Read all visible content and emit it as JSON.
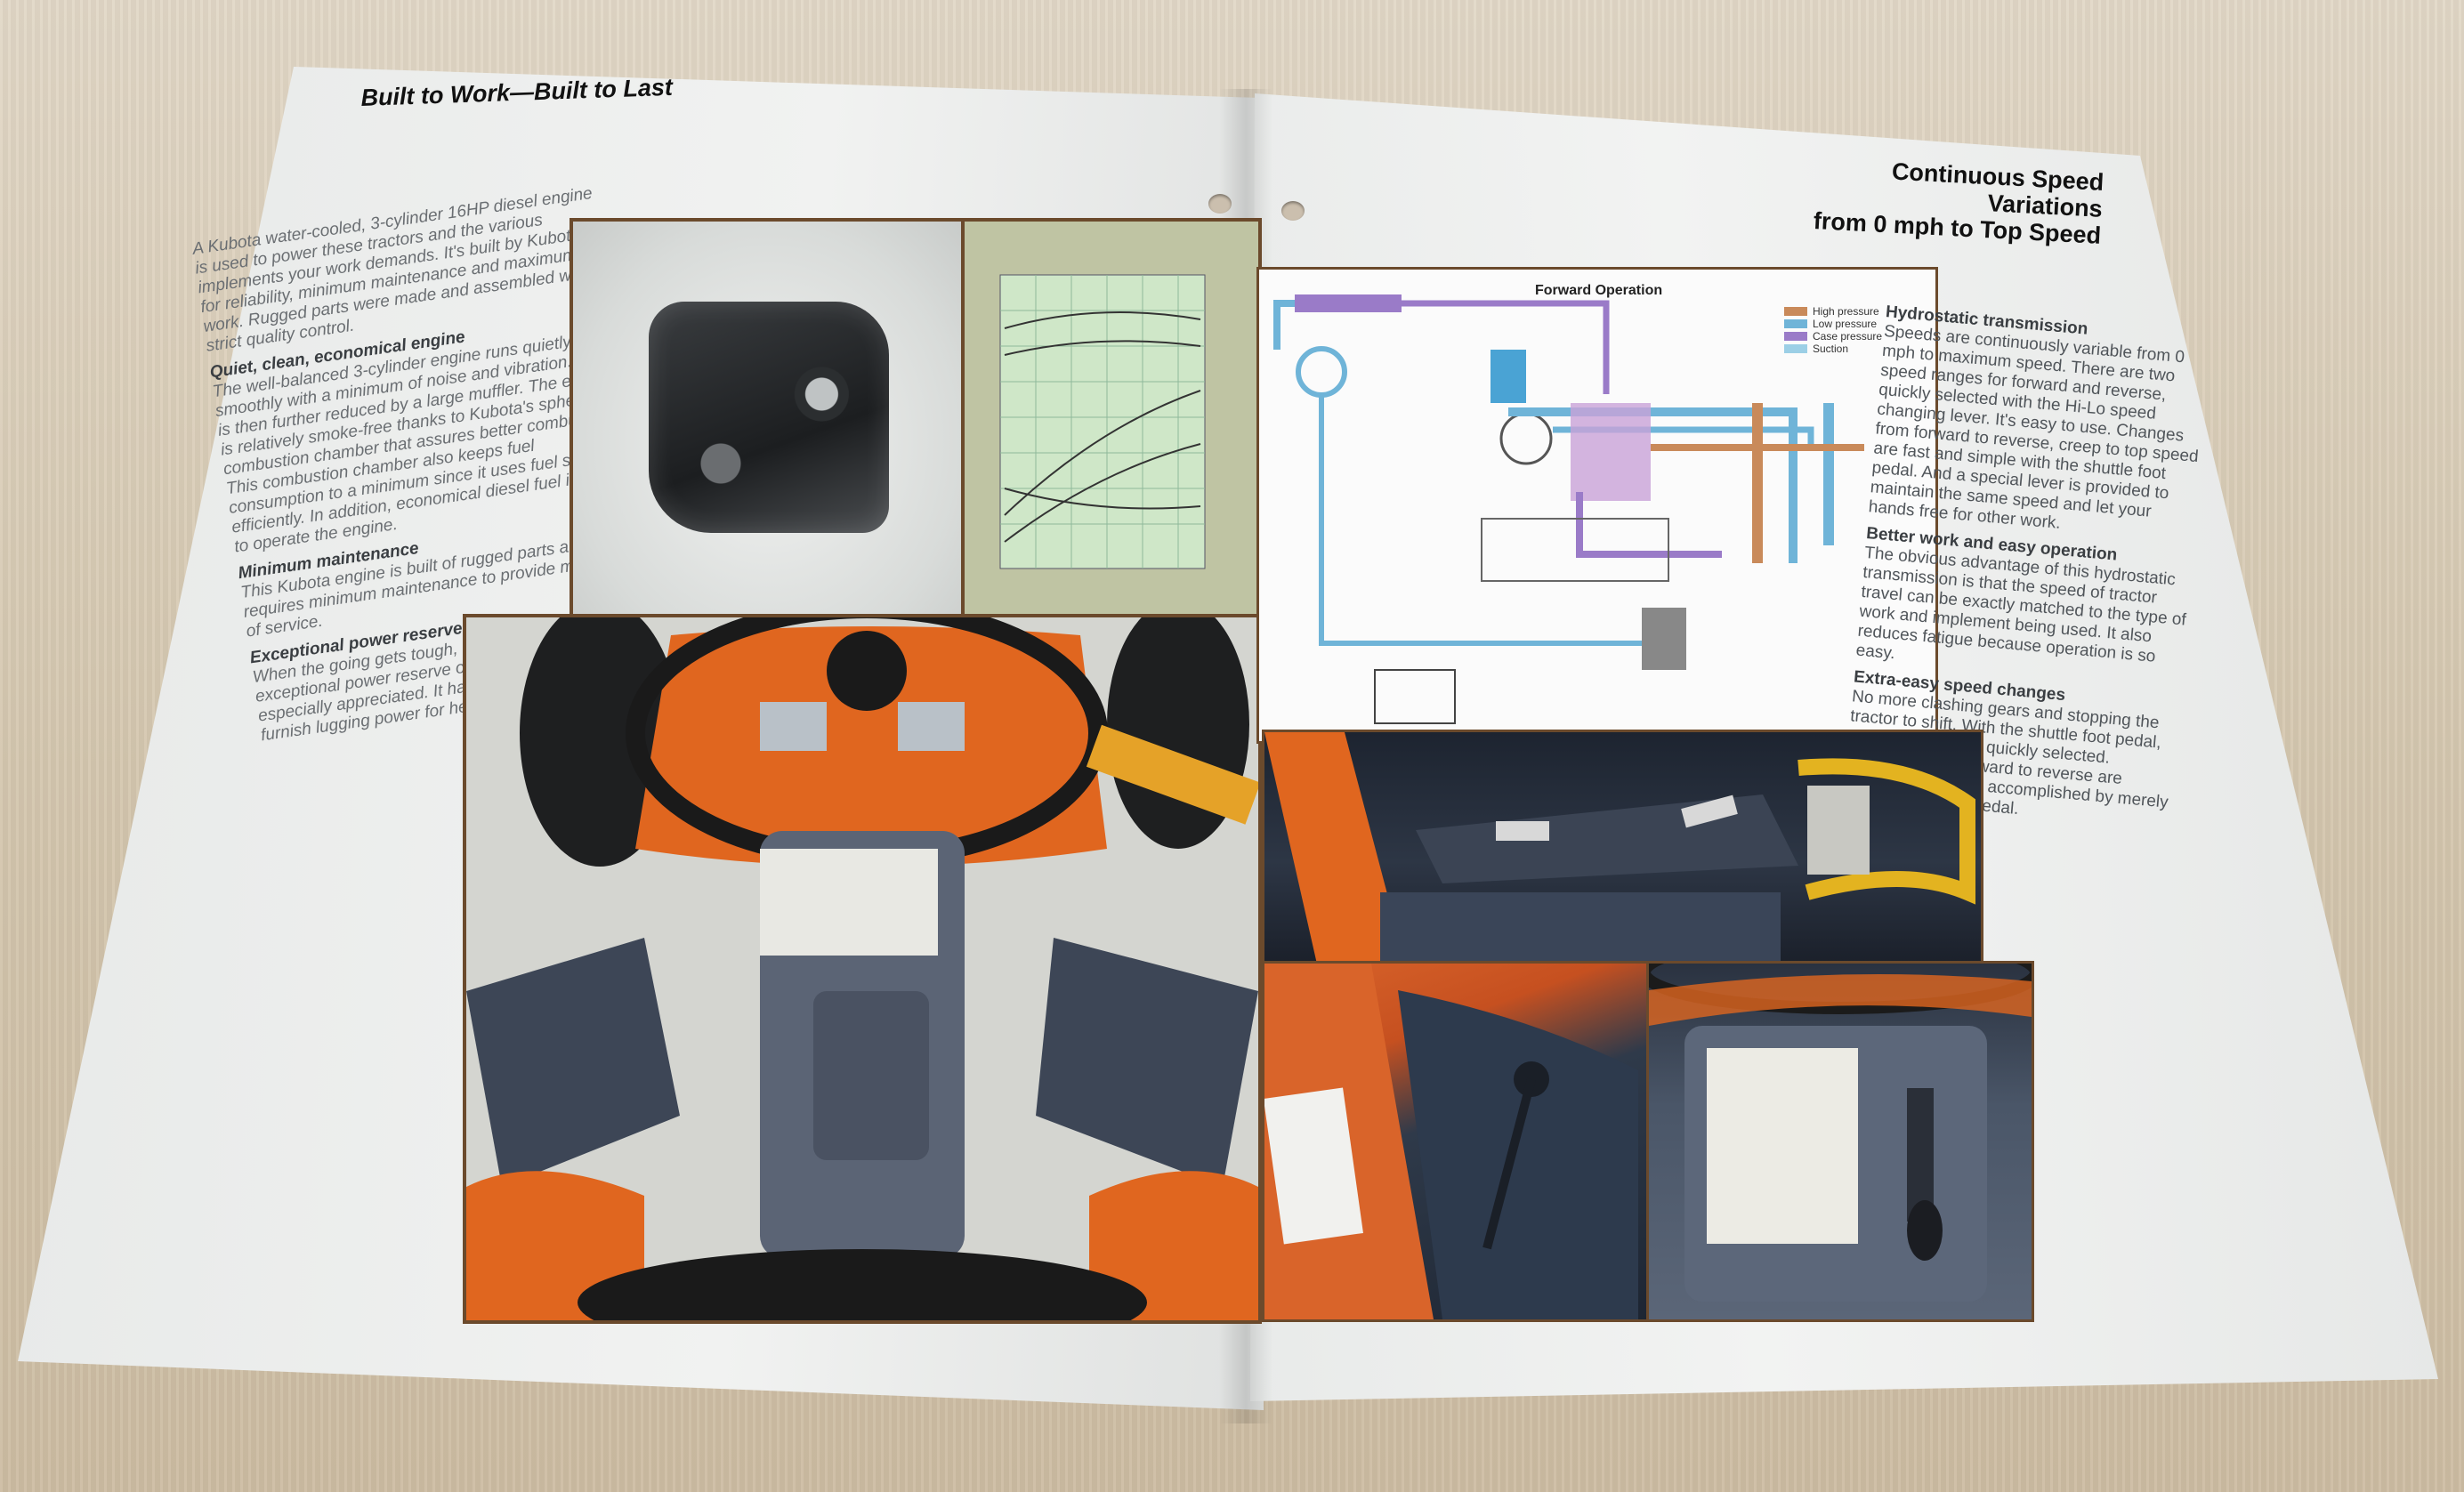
{
  "left_page": {
    "heading": "Built to Work—Built to Last",
    "intro": "A Kubota water-cooled, 3-cylinder 16HP diesel engine is used to power these tractors and the various implements your work demands. It's built by Kubota for reliability, minimum maintenance and maximum work. Rugged parts were made and assembled with strict quality control.",
    "sections": [
      {
        "title": "Quiet, clean, economical engine",
        "text": "The well-balanced 3-cylinder engine runs quietly and smoothly with a minimum of noise and vibration. Noise is then further reduced by a large muffler. The exhaust is relatively smoke-free thanks to Kubota's spherical combustion chamber that assures better combustion. This combustion chamber also keeps fuel consumption to a minimum since it uses fuel so efficiently. In addition, economical diesel fuel is used to operate the engine."
      },
      {
        "title": "Minimum maintenance",
        "text": "This Kubota engine is built of rugged parts and requires minimum maintenance to provide many years of service."
      },
      {
        "title": "Exceptional power reserve",
        "text": "When the going gets tough, as when plowing, the exceptional power reserve of this engine will be especially appreciated. It has the reserve needed to furnish lugging power for heavy loads."
      }
    ]
  },
  "right_page": {
    "heading_line1": "Continuous Speed Variations",
    "heading_line2": "from 0 mph to Top Speed",
    "diagram_title": "Forward Operation",
    "legend": [
      "High pressure",
      "Low pressure",
      "Case pressure",
      "Suction"
    ],
    "sections": [
      {
        "title": "Hydrostatic transmission",
        "text": "Speeds are continuously variable from 0 mph to maximum speed. There are two speed ranges for forward and reverse, quickly selected with the Hi-Lo speed changing lever. It's easy to use. Changes from forward to reverse, creep to top speed are fast and simple with the shuttle foot pedal. And a special lever is provided to maintain the same speed and let your hands free for other work."
      },
      {
        "title": "Better work and easy operation",
        "text": "The obvious advantage of this hydrostatic transmission is that the speed of tractor travel can be exactly matched to the type of work and implement being used. It also reduces fatigue because operation is so easy."
      },
      {
        "title": "Extra-easy speed changes",
        "text": "No more clashing gears and stopping the tractor to shift. With the shuttle foot pedal, any speed can be quickly selected. Changes from forward to reverse are instantaneous and accomplished by merely pressing the foot pedal."
      }
    ]
  },
  "colors": {
    "orange": "#e0661f",
    "frame": "#6b4a2c",
    "high_pressure": "#c98a5a",
    "low_pressure": "#6fb4d8",
    "case_pressure": "#9a7bc8"
  }
}
